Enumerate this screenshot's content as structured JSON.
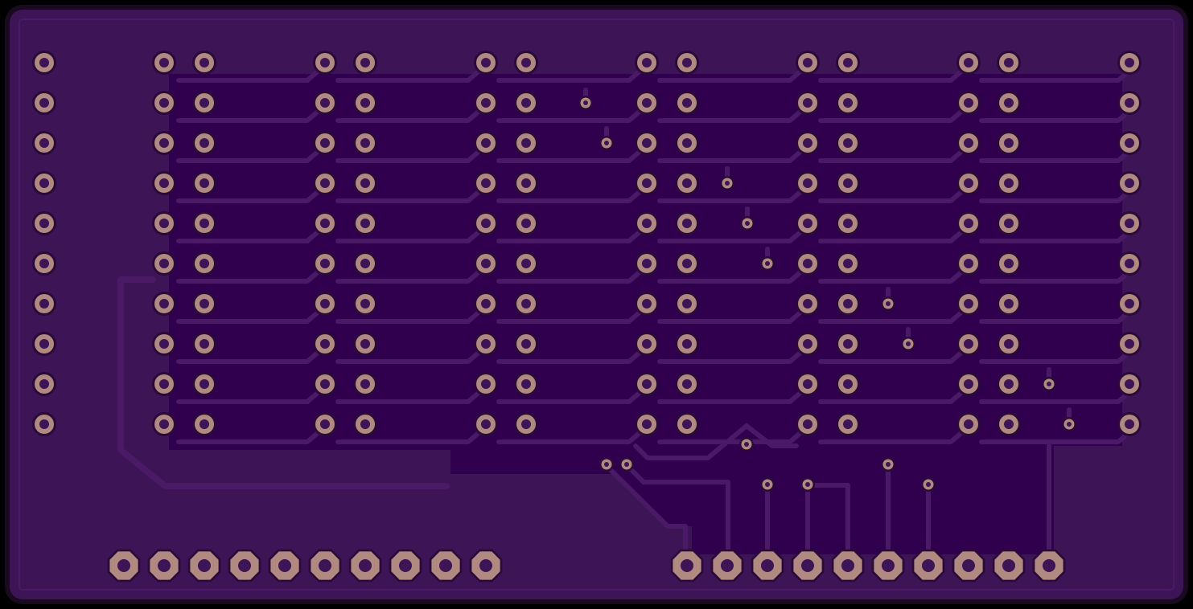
{
  "board": {
    "colors": {
      "background": "#000000",
      "outline": "#1a0a1f",
      "substrate": "#3d1456",
      "copper_pour": "#30004e",
      "trace": "#4a1a66",
      "pad_copper": "#b08a80",
      "pad_ring_dark": "#2a0a38",
      "drill": "#3d1456"
    },
    "grid": {
      "rows": 10,
      "columns": [
        {
          "id": "c0",
          "pads": 10
        },
        {
          "id": "c1",
          "pads": 10
        },
        {
          "id": "c2",
          "pads": 10
        },
        {
          "id": "c3",
          "pads": 10
        },
        {
          "id": "c4",
          "pads": 10
        },
        {
          "id": "c5",
          "pads": 10
        },
        {
          "id": "c6",
          "pads": 10
        },
        {
          "id": "c7",
          "pads": 10
        },
        {
          "id": "c8",
          "pads": 10
        },
        {
          "id": "c9",
          "pads": 10
        },
        {
          "id": "c10",
          "pads": 10
        },
        {
          "id": "c11",
          "pads": 10
        },
        {
          "id": "c12",
          "pads": 10
        },
        {
          "id": "c13",
          "pads": 10
        }
      ]
    },
    "headers": [
      {
        "id": "header-left",
        "pins": 10,
        "shape": "octagon"
      },
      {
        "id": "header-right",
        "pins": 10,
        "shape": "octagon"
      }
    ],
    "vias": {
      "count": 16
    }
  }
}
